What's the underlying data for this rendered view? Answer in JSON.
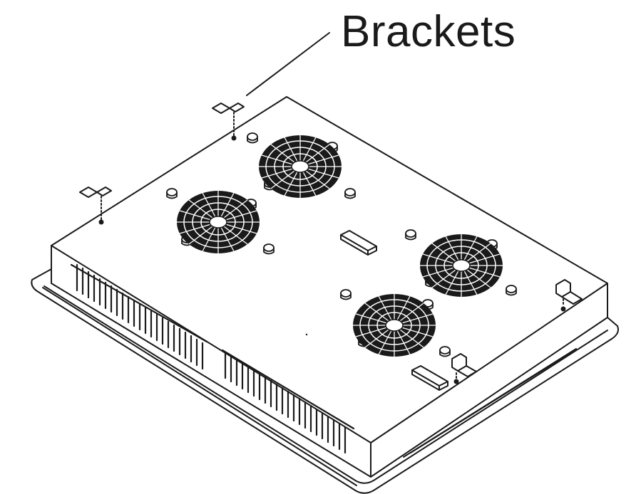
{
  "callout": {
    "label": "Brackets"
  },
  "colors": {
    "ink": "#1a1a1a",
    "fan": "#1a1a1a",
    "paper": "#ffffff"
  },
  "parts": {
    "fan_count": 4,
    "bracket_count": 4,
    "connector_count": 2
  }
}
